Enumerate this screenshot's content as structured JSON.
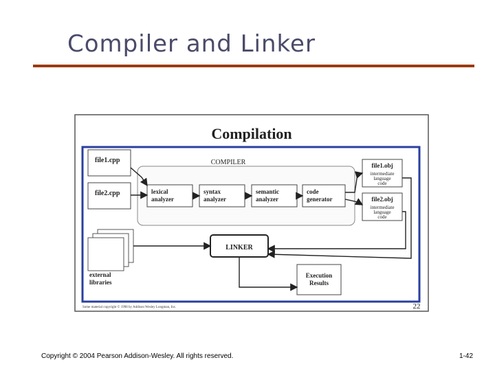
{
  "slide": {
    "title": "Compiler and Linker",
    "footer_left": "Copyright © 2004 Pearson Addison-Wesley. All rights reserved.",
    "footer_right": "1-42"
  },
  "figure": {
    "title": "Compilation",
    "compiler_label": "COMPILER",
    "file1": "file1.cpp",
    "file2": "file2.cpp",
    "stage1_line1": "lexical",
    "stage1_line2": "analyzer",
    "stage2_line1": "syntax",
    "stage2_line2": "analyzer",
    "stage3_line1": "semantic",
    "stage3_line2": "analyzer",
    "stage4_line1": "code",
    "stage4_line2": "generator",
    "obj1_title": "file1.obj",
    "obj2_title": "file2.obj",
    "obj_line1": "intermediate",
    "obj_line2": "language",
    "obj_line3": "code",
    "linker": "LINKER",
    "libraries_line1": "external",
    "libraries_line2": "libraries",
    "execution_line1": "Execution",
    "execution_line2": "Results",
    "copyright_note": "Some material copyright © 1998 by Addison Wesley Longman, Inc.",
    "page_number": "22"
  },
  "colors": {
    "title_text": "#4a4a6a",
    "rule": "#9b3a12",
    "frame_blue": "#2a3fa0",
    "box_border": "#444444"
  }
}
